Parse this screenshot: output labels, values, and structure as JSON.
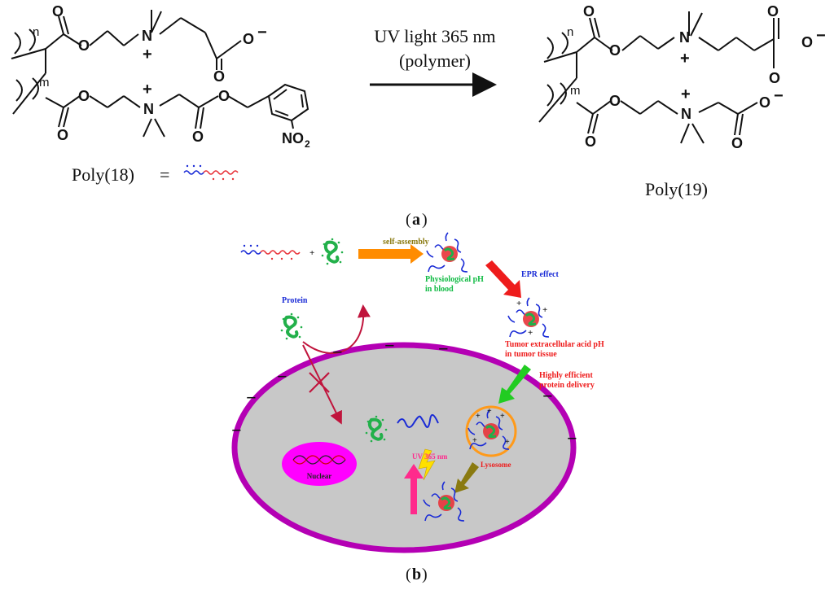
{
  "reaction": {
    "arrow_line1": "UV light 365 nm",
    "arrow_line2": "(polymer)",
    "reactant_label": "Poly(18)",
    "equals": "=",
    "product_label": "Poly(19)",
    "atoms": {
      "O": "O",
      "O_minus": "O",
      "minus": "−",
      "N": "N",
      "plus": "+",
      "n": "n",
      "m": "m",
      "NO2_N": "NO",
      "NO2_sub": "2"
    }
  },
  "panel_a_label": {
    "open": "(",
    "letter": "a",
    "close": ")"
  },
  "panel_b_label": {
    "open": "(",
    "letter": "b",
    "close": ")"
  },
  "scheme": {
    "self_assembly": "self-assembly",
    "plus_sign": "+",
    "physiological_1": "Physiological pH",
    "physiological_2": "in blood",
    "epr": "EPR effect",
    "tumor_1": "Tumor extracellular acid pH",
    "tumor_2": "in tumor tissue",
    "delivery_1": "Highly efficient",
    "delivery_2": "protein delivery",
    "protein": "Protein",
    "lysosome": "Lysosome",
    "uv": "UV 365 nm",
    "nuclear": "Nuclear",
    "minus": "−"
  },
  "colors": {
    "cell_membrane": "#b400b4",
    "cytoplasm": "#c8c8c8",
    "nucleus": "#ff00ff",
    "protein_green": "#22b04a",
    "polymer_blue": "#1a2bd6",
    "polymer_red": "#e8333a",
    "self_assembly_arrow": "#ff8c00",
    "epr_arrow": "#ee1c1c",
    "delivery_arrow": "#22cc22",
    "lysosome_arrow": "#8a7a10",
    "uv_arrow": "#ff2a8c",
    "blocked_arrow": "#c0143c",
    "lysosome_ring": "#ff9a1a"
  }
}
